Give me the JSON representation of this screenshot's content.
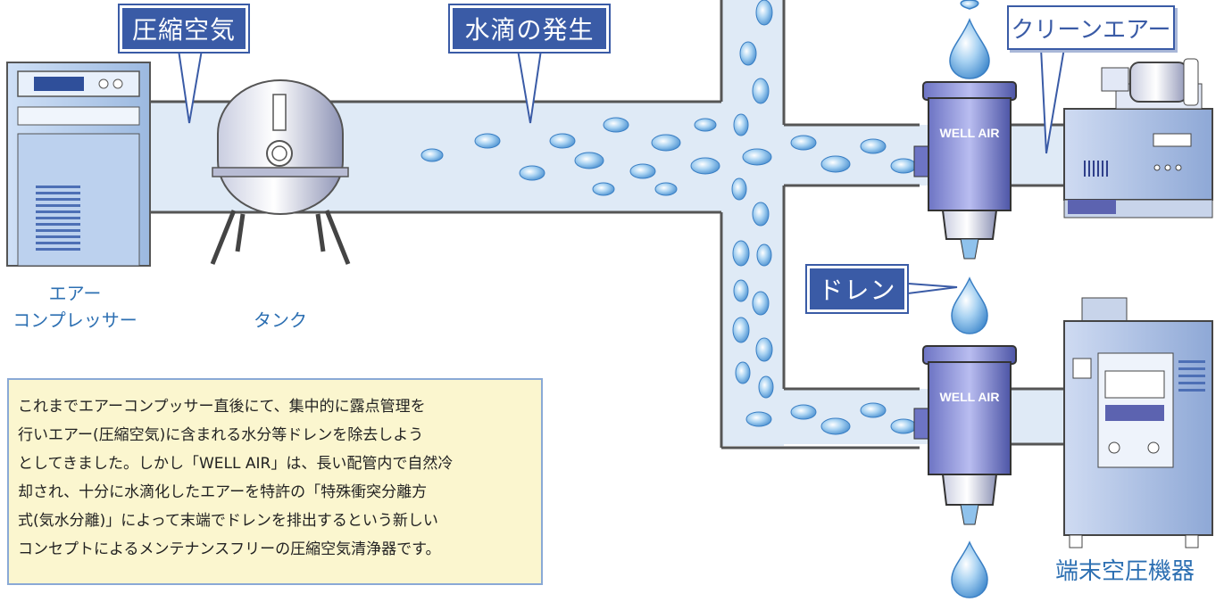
{
  "labels": {
    "compressed_air": "圧縮空気",
    "water_droplets": "水滴の発生",
    "clean_air": "クリーンエアー",
    "drain": "ドレン"
  },
  "captions": {
    "compressor_line1": "エアー",
    "compressor_line2": "コンプレッサー",
    "tank": "タンク",
    "terminal_equipment": "端末空圧機器"
  },
  "filter_brand": "WELL AIR",
  "description": [
    "これまでエアーコンプッサー直後にて、集中的に露点管理を",
    "行いエアー(圧縮空気)に含まれる水分等ドレンを除去しよう",
    "としてきました。しかし「WELL AIR」は、長い配管内で自然冷",
    "却され、十分に水滴化したエアーを特許の「特殊衝突分離方",
    "式(気水分離)」によって末端でドレンを排出するという新しい",
    "コンセプトによるメンテナンスフリーの圧縮空気清浄器です。"
  ],
  "colors": {
    "label_bg": "#3a5ba6",
    "caption_text": "#2c6fb2",
    "pipe_fill": "#dfeaf6",
    "description_bg": "#fbf6cf"
  }
}
